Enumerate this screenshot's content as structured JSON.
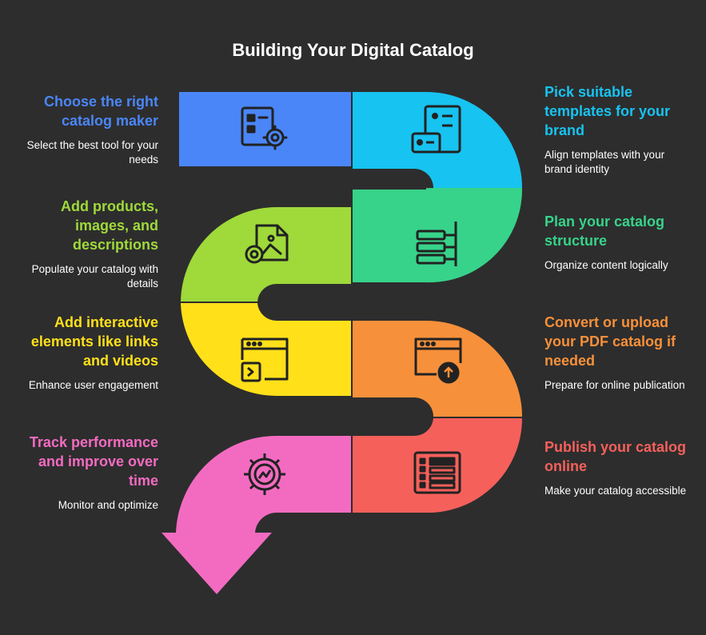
{
  "title": "Building Your Digital Catalog",
  "colors": {
    "background": "#2d2d2d",
    "blue": "#4a86f7",
    "cyan": "#17c3f0",
    "lime": "#9fd93a",
    "green": "#37d38a",
    "yellow": "#ffe019",
    "orange": "#f7903a",
    "pink": "#f36bc1",
    "red": "#f5605b"
  },
  "steps": [
    {
      "heading": "Choose the right catalog maker",
      "description": "Select the best tool for your needs",
      "color": "#4a86f7",
      "icon": "catalog-settings-icon"
    },
    {
      "heading": "Pick suitable templates for your brand",
      "description": "Align templates with your brand identity",
      "color": "#17c3f0",
      "icon": "templates-icon"
    },
    {
      "heading": "Plan your catalog structure",
      "description": "Organize content logically",
      "color": "#37d38a",
      "icon": "structure-icon"
    },
    {
      "heading": "Add products, images, and descriptions",
      "description": "Populate your catalog with details",
      "color": "#9fd93a",
      "icon": "image-settings-icon"
    },
    {
      "heading": "Add interactive elements like links and videos",
      "description": "Enhance user engagement",
      "color": "#ffe019",
      "icon": "interactive-window-icon"
    },
    {
      "heading": "Convert or upload your PDF catalog if needed",
      "description": "Prepare for online publication",
      "color": "#f7903a",
      "icon": "upload-window-icon"
    },
    {
      "heading": "Publish your catalog online",
      "description": "Make your catalog accessible",
      "color": "#f5605b",
      "icon": "publish-list-icon"
    },
    {
      "heading": "Track performance and improve over time",
      "description": "Monitor and optimize",
      "color": "#f36bc1",
      "icon": "performance-gear-icon"
    }
  ]
}
